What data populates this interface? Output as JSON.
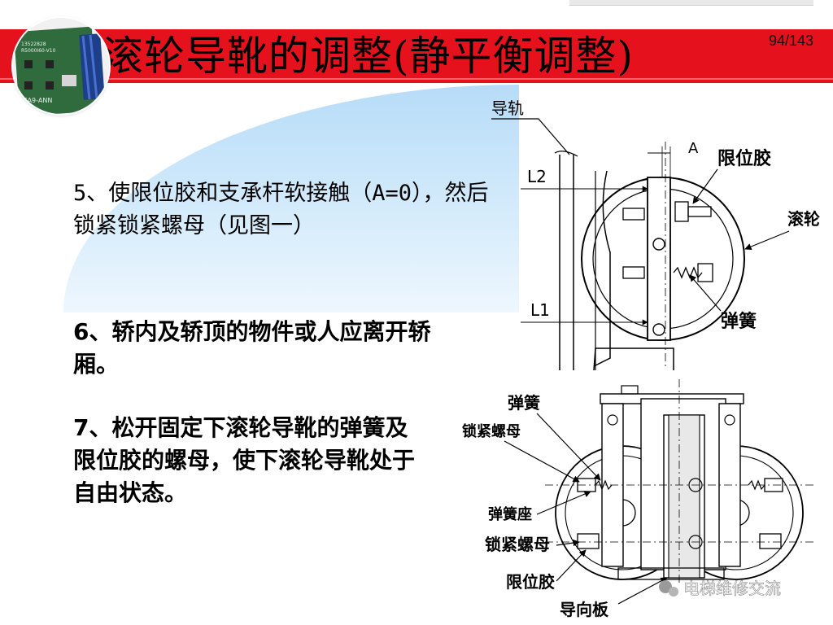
{
  "title": "滚轮导靴的调整(静平衡调整)",
  "page_counter": "94/143",
  "pcb_labels": [
    "13522828",
    "R5000I60-V10",
    "CA9-ANN"
  ],
  "steps": {
    "step5": "5、使限位胶和支承杆软接触（A=0），然后锁紧锁紧螺母（见图一）",
    "step6": "6、轿内及轿顶的物件或人应离开轿厢。",
    "step7": "7、松开固定下滚轮导靴的弹簧及限位胶的螺母，使下滚轮导靴处于自由状态。"
  },
  "diagram1": {
    "guide_rail": "导轨",
    "dim_a": "A",
    "limit_rubber": "限位胶",
    "roller": "滚轮",
    "dim_l2": "L2",
    "dim_l1": "L1",
    "spring": "弹簧"
  },
  "diagram2": {
    "spring": "弹簧",
    "lock_nut_top": "锁紧螺母",
    "spring_seat": "弹簧座",
    "lock_nut_bottom": "锁紧螺母",
    "limit_rubber": "限位胶",
    "guide_plate": "导向板"
  },
  "watermark": "电梯维修交流",
  "colors": {
    "title_bar": "#e5121e",
    "glow": "#b7dcf8"
  }
}
